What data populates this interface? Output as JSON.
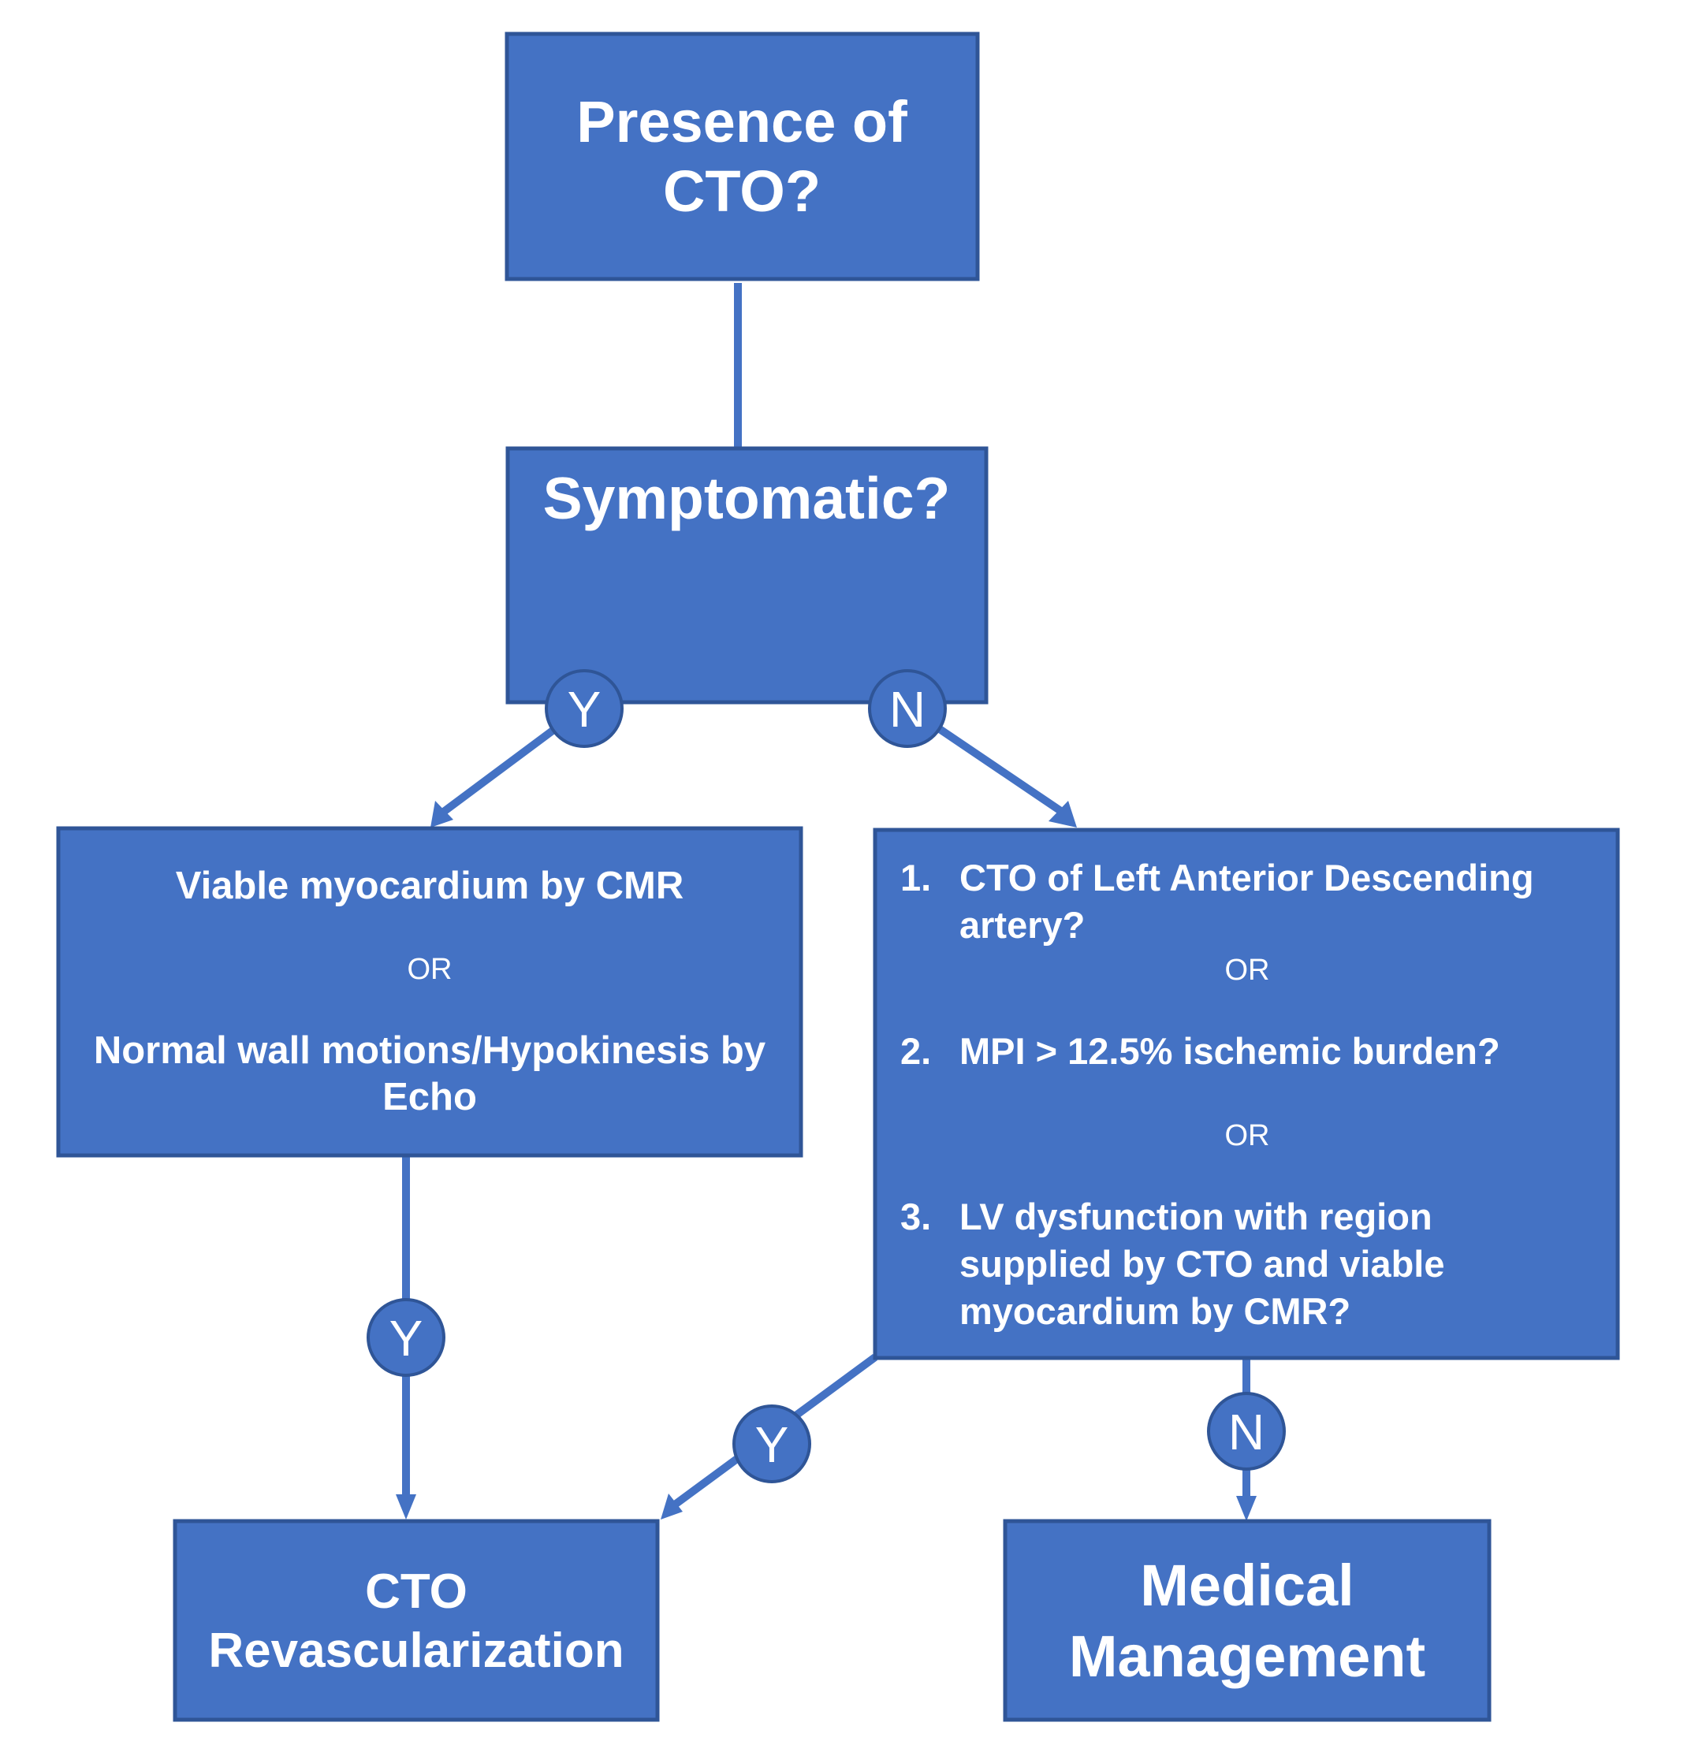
{
  "diagram": {
    "title": "CTO treatment decision flowchart",
    "colors": {
      "box_fill": "#4472C4",
      "box_border": "#2F5597",
      "text": "#FFFFFF",
      "background": "#FFFFFF"
    },
    "nodes": {
      "presence": {
        "lines": [
          "Presence of",
          "CTO?"
        ]
      },
      "symptomatic": {
        "lines": [
          "Symptomatic?"
        ]
      },
      "viability": {
        "lines": [
          "Viable myocardium by CMR",
          "OR",
          "Normal wall motions/Hypokinesis by",
          "Echo"
        ]
      },
      "criteria": {
        "items": [
          {
            "number": "1.",
            "lines": [
              "CTO of Left Anterior Descending",
              "artery?"
            ]
          },
          {
            "number": "2.",
            "lines": [
              "MPI > 12.5% ischemic burden?"
            ]
          },
          {
            "number": "3.",
            "lines": [
              "LV dysfunction with region",
              "supplied by CTO and viable",
              "myocardium by CMR?"
            ]
          }
        ],
        "separators": [
          "OR",
          "OR"
        ]
      },
      "revascularization": {
        "lines": [
          "CTO",
          "Revascularization"
        ]
      },
      "medical": {
        "lines": [
          "Medical",
          "Management"
        ]
      }
    },
    "decisions": {
      "symptomatic_yes": "Y",
      "symptomatic_no": "N",
      "viability_yes": "Y",
      "criteria_yes": "Y",
      "criteria_no": "N"
    }
  }
}
